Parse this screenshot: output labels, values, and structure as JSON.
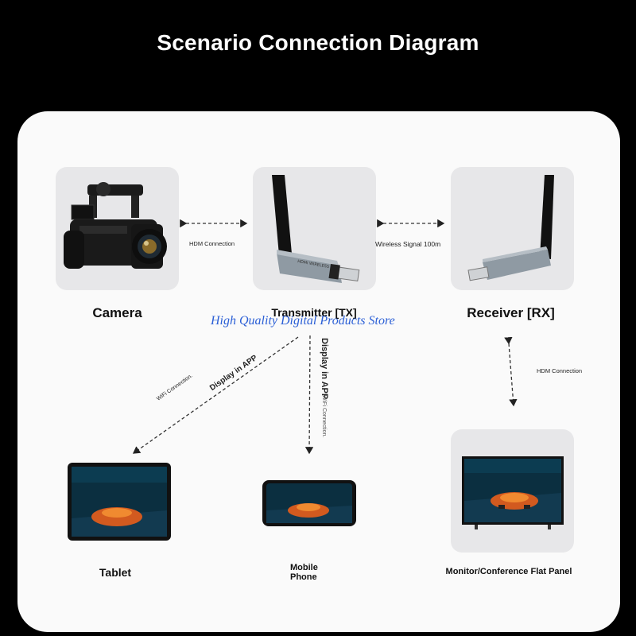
{
  "title": "Scenario Connection Diagram",
  "watermark": "High Quality Digital Products Store",
  "nodes": {
    "camera": "Camera",
    "transmitter": "Transmitter [TX]",
    "receiver": "Receiver [RX]",
    "tablet": "Tablet",
    "mobile_line1": "Mobile",
    "mobile_line2": "Phone",
    "monitor": "Monitor/Conference Flat Panel"
  },
  "connections": {
    "camera_tx": "HDM Connection",
    "tx_rx": "Wireless Signal 100m",
    "rx_monitor": "HDM Connection",
    "tablet_wifi": "WiFi Connection.",
    "tablet_app": "Display in APP",
    "phone_app": "Display in APP",
    "phone_wifi": "WiFi Connection."
  },
  "device_labels": {
    "tx_brand": "HDMI WIRELESS"
  },
  "colors": {
    "background": "#000000",
    "card": "#fafafa",
    "tile": "#e7e7e9",
    "watermark": "#2b5fd6"
  }
}
